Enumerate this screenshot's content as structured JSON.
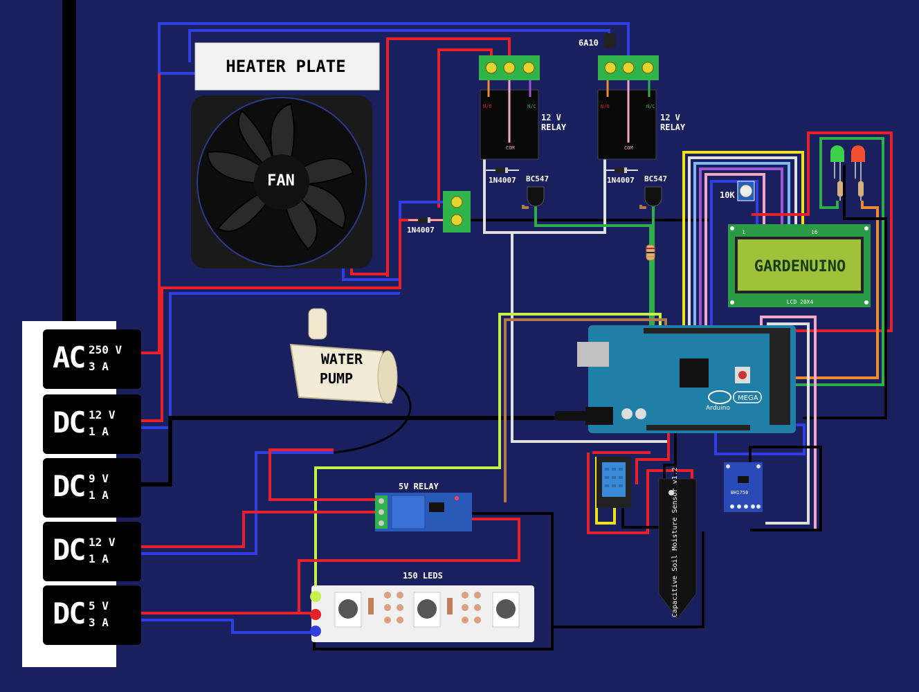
{
  "components": {
    "heater_plate": "HEATER PLATE",
    "fan": "FAN",
    "fuse": "6A10",
    "relay1": {
      "label_line1": "12 V",
      "label_line2": "RELAY",
      "no": "N/O",
      "nc": "N/C",
      "com": "COM"
    },
    "relay2": {
      "label_line1": "12 V",
      "label_line2": "RELAY",
      "no": "N/O",
      "nc": "N/C",
      "com": "COM"
    },
    "diode_relay1": "1N4007",
    "diode_relay2": "1N4007",
    "diode_terminal": "1N4007",
    "transistor1": "BC547",
    "transistor2": "BC547",
    "potentiometer": "10K",
    "lcd": {
      "text": "GARDENUINO",
      "caption": "LCD 20X4",
      "pin1": "1",
      "pin16": "16"
    },
    "water_pump": {
      "line1": "WATER",
      "line2": "PUMP"
    },
    "relay_5v": "5V RELAY",
    "led_strip": "150 LEDS",
    "arduino": {
      "brand": "Arduino",
      "model": "MEGA"
    },
    "soil_sensor": "Capacitive Soil Moisture Sensor v1.2",
    "bh1750": "BH1750"
  },
  "power_supplies": [
    {
      "type": "AC",
      "voltage": "250 V",
      "current": "3 A"
    },
    {
      "type": "DC",
      "voltage": "12 V",
      "current": "1 A"
    },
    {
      "type": "DC",
      "voltage": "9 V",
      "current": "1 A"
    },
    {
      "type": "DC",
      "voltage": "12 V",
      "current": "1 A"
    },
    {
      "type": "DC",
      "voltage": "5 V",
      "current": "3 A"
    }
  ],
  "colors": {
    "background": "#1a1f5e",
    "wire_red": "#e8202a",
    "wire_blue": "#3040e0",
    "wire_black": "#000000",
    "wire_green": "#2fae4a",
    "wire_yellow": "#f2e21c",
    "wire_lime": "#c6f04a",
    "wire_white": "#e0e0e0",
    "wire_brown": "#b07a4a",
    "wire_pink": "#f4a6c8",
    "wire_purple": "#9b59d0",
    "wire_lightblue": "#7fb8f0",
    "terminal_green": "#2fb34a",
    "lcd_green": "#9ec23c",
    "arduino_blue": "#1f7fa6"
  }
}
